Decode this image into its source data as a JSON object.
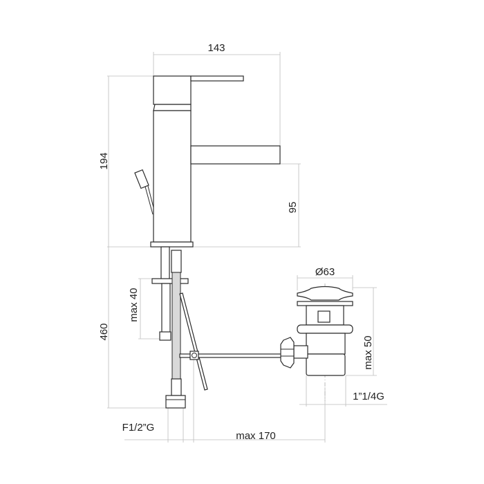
{
  "drawing": {
    "dimensions": {
      "width_overall": "143",
      "height_overall": "194",
      "spout_height": "95",
      "below_counter": "460",
      "max_thickness": "max 40",
      "drain_diameter": "Ø63",
      "drain_max": "max 50",
      "drain_thread": "1”1/4G",
      "inlet_thread": "F1/2”G",
      "rod_reach": "max 170"
    },
    "colors": {
      "line": "#2a2a2a",
      "dimension": "#bdbdbd"
    }
  }
}
